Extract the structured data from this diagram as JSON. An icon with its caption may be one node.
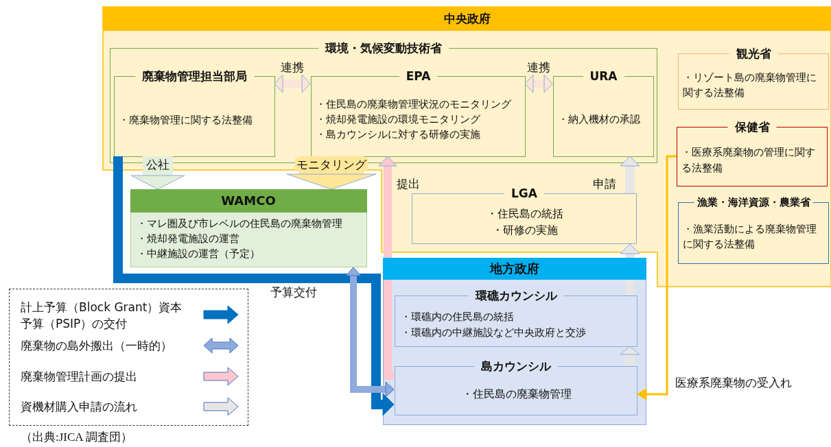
{
  "diagram": {
    "nodes": [
      {
        "text": [
          "中央政府"
        ]
      },
      {
        "text": [
          "環境・気候変動技術省"
        ],
        "in": 0
      },
      {
        "text": [
          "廃棄物管理担当部局",
          "・廃棄物管理に関する法整備"
        ],
        "in": 1
      },
      {
        "text": [
          "EPA",
          "・住民島の廃棄物管理状況のモニタリング",
          "・焼却発電施設の環境モニタリング",
          "・島カウンシルに対する研修の実施"
        ],
        "in": 1
      },
      {
        "text": [
          "URA",
          "・納入機材の承認"
        ],
        "in": 1
      },
      {
        "text": [
          "観光省",
          "・リゾート島の廃棄物管理に関する法整備"
        ],
        "in": 0
      },
      {
        "text": [
          "保健省",
          "・医療系廃棄物の管理に関する法整備"
        ],
        "in": 0
      },
      {
        "text": [
          "漁業・海洋資源・農業省",
          "・漁業活動による廃棄物管理に関する法整備"
        ],
        "in": 0
      },
      {
        "text": [
          "LGA",
          "・住民島の統括",
          "・研修の実施"
        ],
        "in": 0
      },
      {
        "text": [
          "WAMCO",
          "・マレ圏及び市レベルの住民島の廃棄物管理",
          "・焼却発電施設の運営",
          "・中継施設の運営（予定）"
        ]
      },
      {
        "text": [
          "地方政府"
        ]
      },
      {
        "text": [
          "環礁カウンシル",
          "・環礁内の住民島の統括",
          "・環礁内の中継施設など中央政府と交渉"
        ],
        "in": 10
      },
      {
        "text": [
          "島カウンシル",
          "・住民島の廃棄物管理"
        ],
        "in": 10
      }
    ],
    "edges": [
      {
        "from": 2,
        "to": 3,
        "arrow": "both",
        "label": "連携",
        "color": "#fbe5d6"
      },
      {
        "from": 3,
        "to": 4,
        "arrow": "both",
        "label": "連携",
        "color": "#fbe5d6"
      },
      {
        "from": 2,
        "to": 9,
        "arrow": "to",
        "label": "公社",
        "color": "#e2efda"
      },
      {
        "from": 3,
        "to": 9,
        "arrow": "to",
        "label": "モニタリング",
        "color": "#ffe699"
      },
      {
        "from": 12,
        "to": 3,
        "arrow": "to",
        "label": "提出",
        "color": "#ffc7ce"
      },
      {
        "from": 8,
        "to": 4,
        "arrow": "to",
        "label": "申請",
        "color": "#e7e6e6"
      },
      {
        "from": 11,
        "to": 8,
        "arrow": "to",
        "color": "#e7e6e6"
      },
      {
        "from": 12,
        "to": 11,
        "arrow": "to",
        "color": "#e7e6e6"
      },
      {
        "from": 2,
        "to": 12,
        "arrow": "to",
        "label": "予算交付",
        "color": "#0070c0"
      },
      {
        "from": 9,
        "to": 12,
        "arrow": "both",
        "color": "#8faadc"
      },
      {
        "from": 6,
        "to": 12,
        "arrow": "to",
        "label": "医療系廃棄物の受入れ",
        "color": "#ffc000"
      }
    ],
    "labels": [
      "（出典:JICA 調査団）"
    ],
    "legend": [
      {
        "text": "計上予算（Block Grant）資本予算（PSIP）の交付"
      },
      {
        "text": "廃棄物の島外搬出（一時的）"
      },
      {
        "text": "廃棄物管理計画の提出"
      },
      {
        "text": "資機材購入申請の流れ"
      }
    ]
  }
}
